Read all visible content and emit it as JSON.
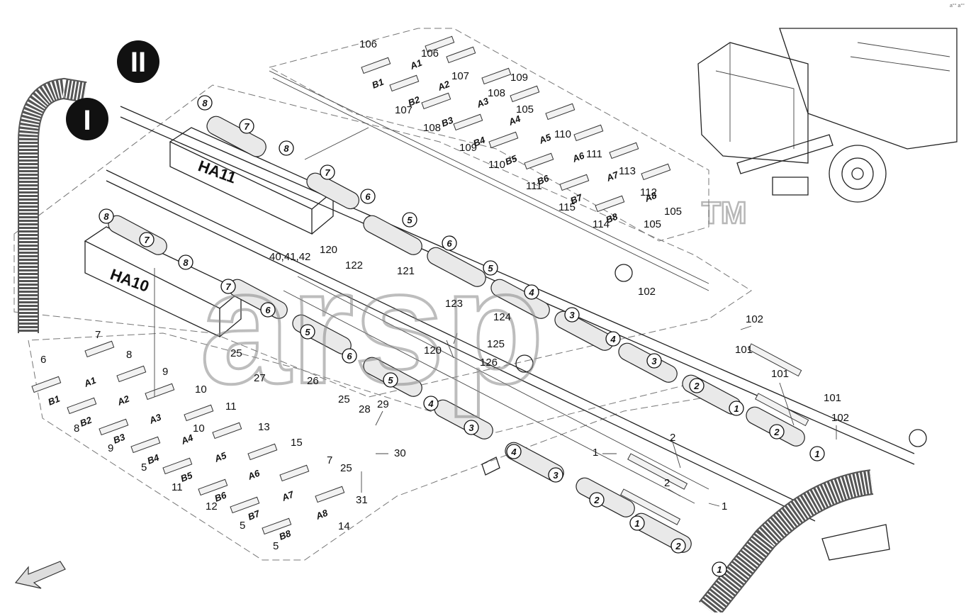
{
  "diagram": {
    "group_labels": [
      "I",
      "II"
    ],
    "block_labels": [
      "HA11",
      "HA10"
    ],
    "watermark": "arsp",
    "watermark_mark": "TM",
    "corner_text": "a°° a°°",
    "callouts": [
      "106",
      "106",
      "107",
      "109",
      "107",
      "108",
      "105",
      "108",
      "110",
      "109",
      "111",
      "110",
      "113",
      "111",
      "112",
      "115",
      "105",
      "114",
      "105",
      "40,41,42",
      "120",
      "122",
      "121",
      "102",
      "123",
      "124",
      "120",
      "125",
      "126",
      "102",
      "101",
      "101",
      "101",
      "102",
      "25",
      "27",
      "26",
      "25",
      "28",
      "29",
      "30",
      "25",
      "31",
      "2",
      "1",
      "2",
      "1",
      "6",
      "7",
      "8",
      "9",
      "10",
      "11",
      "13",
      "15",
      "7",
      "8",
      "9",
      "5",
      "10",
      "11",
      "12",
      "5",
      "14",
      "5"
    ],
    "port_tags": [
      "A1",
      "B1",
      "A2",
      "B2",
      "A3",
      "B3",
      "A4",
      "B4",
      "A5",
      "B5",
      "A6",
      "B6",
      "A7",
      "B7",
      "A8",
      "B8",
      "A1",
      "B1",
      "A2",
      "B2",
      "A3",
      "B3",
      "A4",
      "B4",
      "A5",
      "B5",
      "A6",
      "B6",
      "A7",
      "B7",
      "A8",
      "B8"
    ],
    "circle_numbers": [
      "8",
      "7",
      "8",
      "7",
      "6",
      "5",
      "6",
      "5",
      "4",
      "3",
      "4",
      "3",
      "2",
      "1",
      "2",
      "1",
      "8",
      "7",
      "8",
      "7",
      "6",
      "5",
      "6",
      "5",
      "4",
      "3",
      "4",
      "3",
      "2",
      "1",
      "2",
      "1"
    ]
  }
}
